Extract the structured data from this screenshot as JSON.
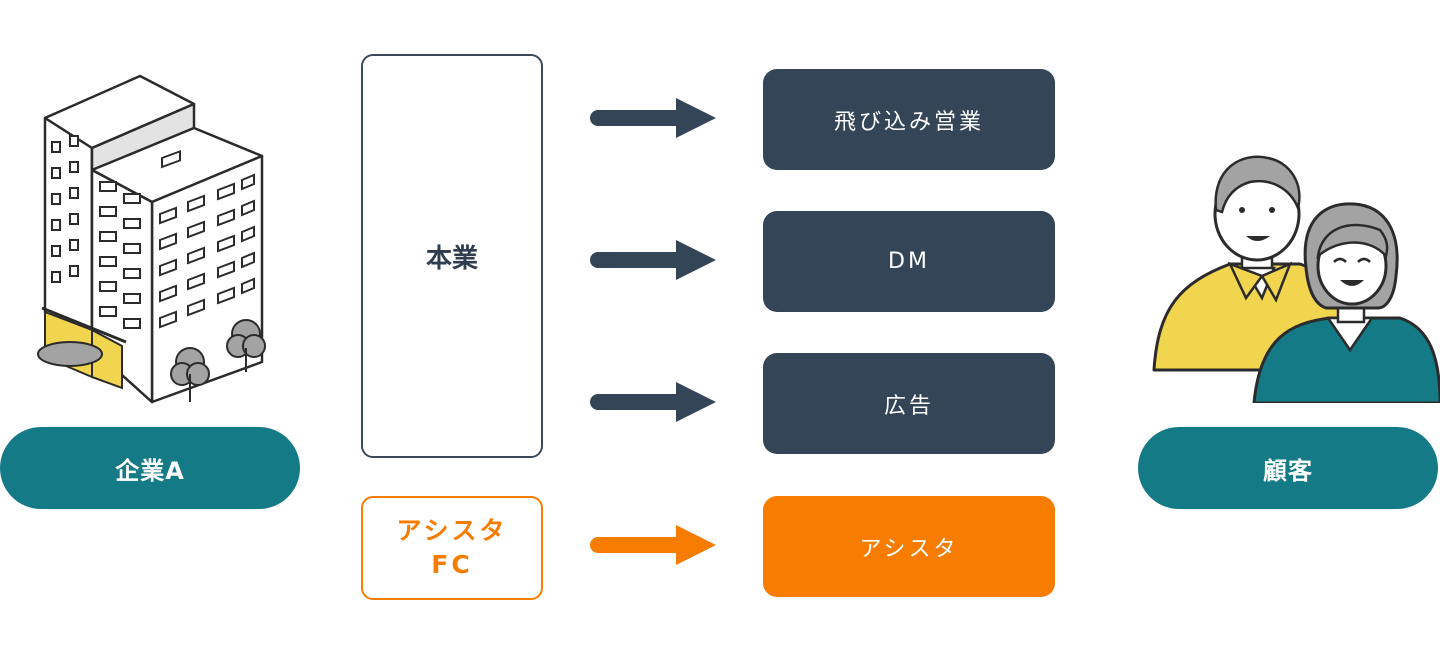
{
  "company": {
    "label": "企業A"
  },
  "customer": {
    "label": "顧客"
  },
  "main_business": {
    "label": "本業"
  },
  "assista_fc": {
    "line1": "アシスタ",
    "line2": "FC"
  },
  "channels": [
    {
      "label": "飛び込み営業"
    },
    {
      "label": "DM"
    },
    {
      "label": "広告"
    },
    {
      "label": "アシスタ"
    }
  ],
  "colors": {
    "teal": "#147a85",
    "navy": "#344558",
    "orange": "#f77c00",
    "yellow": "#f2d54e",
    "gray": "#a3a3a3"
  },
  "icons": {
    "company": "office-building-icon",
    "customer": "elderly-couple-icon",
    "arrow": "arrow-right-icon"
  }
}
